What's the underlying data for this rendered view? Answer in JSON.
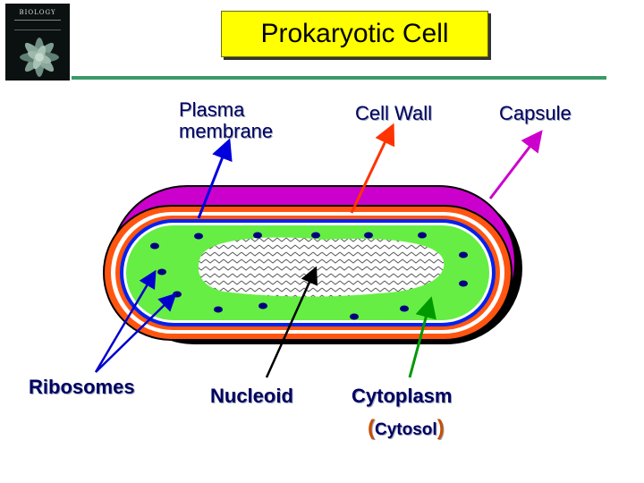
{
  "title": "Prokaryotic Cell",
  "book_cover": {
    "title": "BIOLOGY",
    "icon": "succulent-plant-photo"
  },
  "labels": {
    "plasma_membrane_line1": "Plasma",
    "plasma_membrane_line2": "membrane",
    "cell_wall": "Cell Wall",
    "capsule": "Capsule",
    "ribosomes": "Ribosomes",
    "nucleoid": "Nucleoid",
    "cytoplasm": "Cytoplasm",
    "cytosol_open": "(",
    "cytosol": "Cytosol",
    "cytosol_close": ")"
  },
  "colors": {
    "title_background": "#ffff00",
    "capsule": "#cc00cc",
    "capsule_shadow": "#000000",
    "cell_wall": "#ff5511",
    "plasma_membrane": "#0022ee",
    "cytoplasm": "#66ee44",
    "ribosome": "#000080",
    "nucleoid": "#ffffff",
    "plasma_membrane_arrow": "#0000dd",
    "cell_wall_arrow": "#ff3300",
    "capsule_arrow": "#cc00cc",
    "ribosome_arrow": "#0000cc",
    "nucleoid_arrow": "#000000",
    "cytoplasm_arrow": "#009900",
    "header_rule": "#3a9a68"
  }
}
